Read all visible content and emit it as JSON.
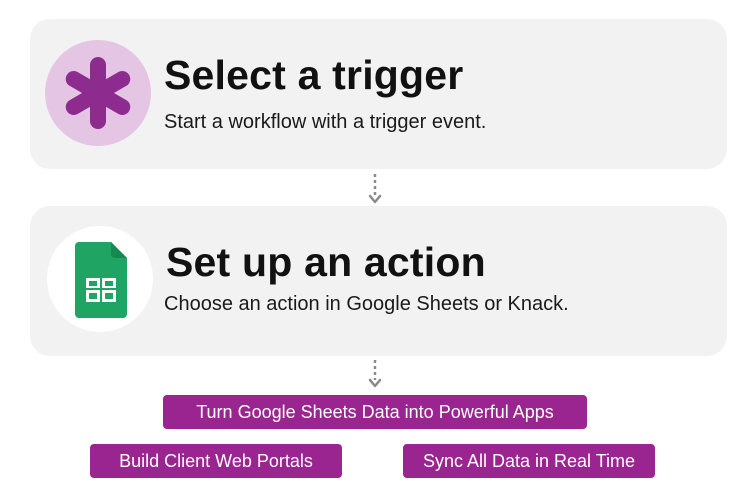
{
  "steps": [
    {
      "title": "Select a trigger",
      "description": "Start a workflow with a trigger event.",
      "icon": "asterisk-icon"
    },
    {
      "title": "Set up an action",
      "description": "Choose an action in Google Sheets or Knack.",
      "icon": "google-sheets-icon"
    }
  ],
  "tags": [
    "Turn Google Sheets Data into Powerful Apps",
    "Build Client Web Portals",
    "Sync All Data in Real Time"
  ],
  "colors": {
    "card_bg": "#f2f2f2",
    "trigger_icon_bg": "#e4c5e4",
    "trigger_icon": "#8e2b8e",
    "sheets_green": "#1fa463",
    "tag_bg": "#9b2590",
    "connector": "#8a8a8a"
  }
}
